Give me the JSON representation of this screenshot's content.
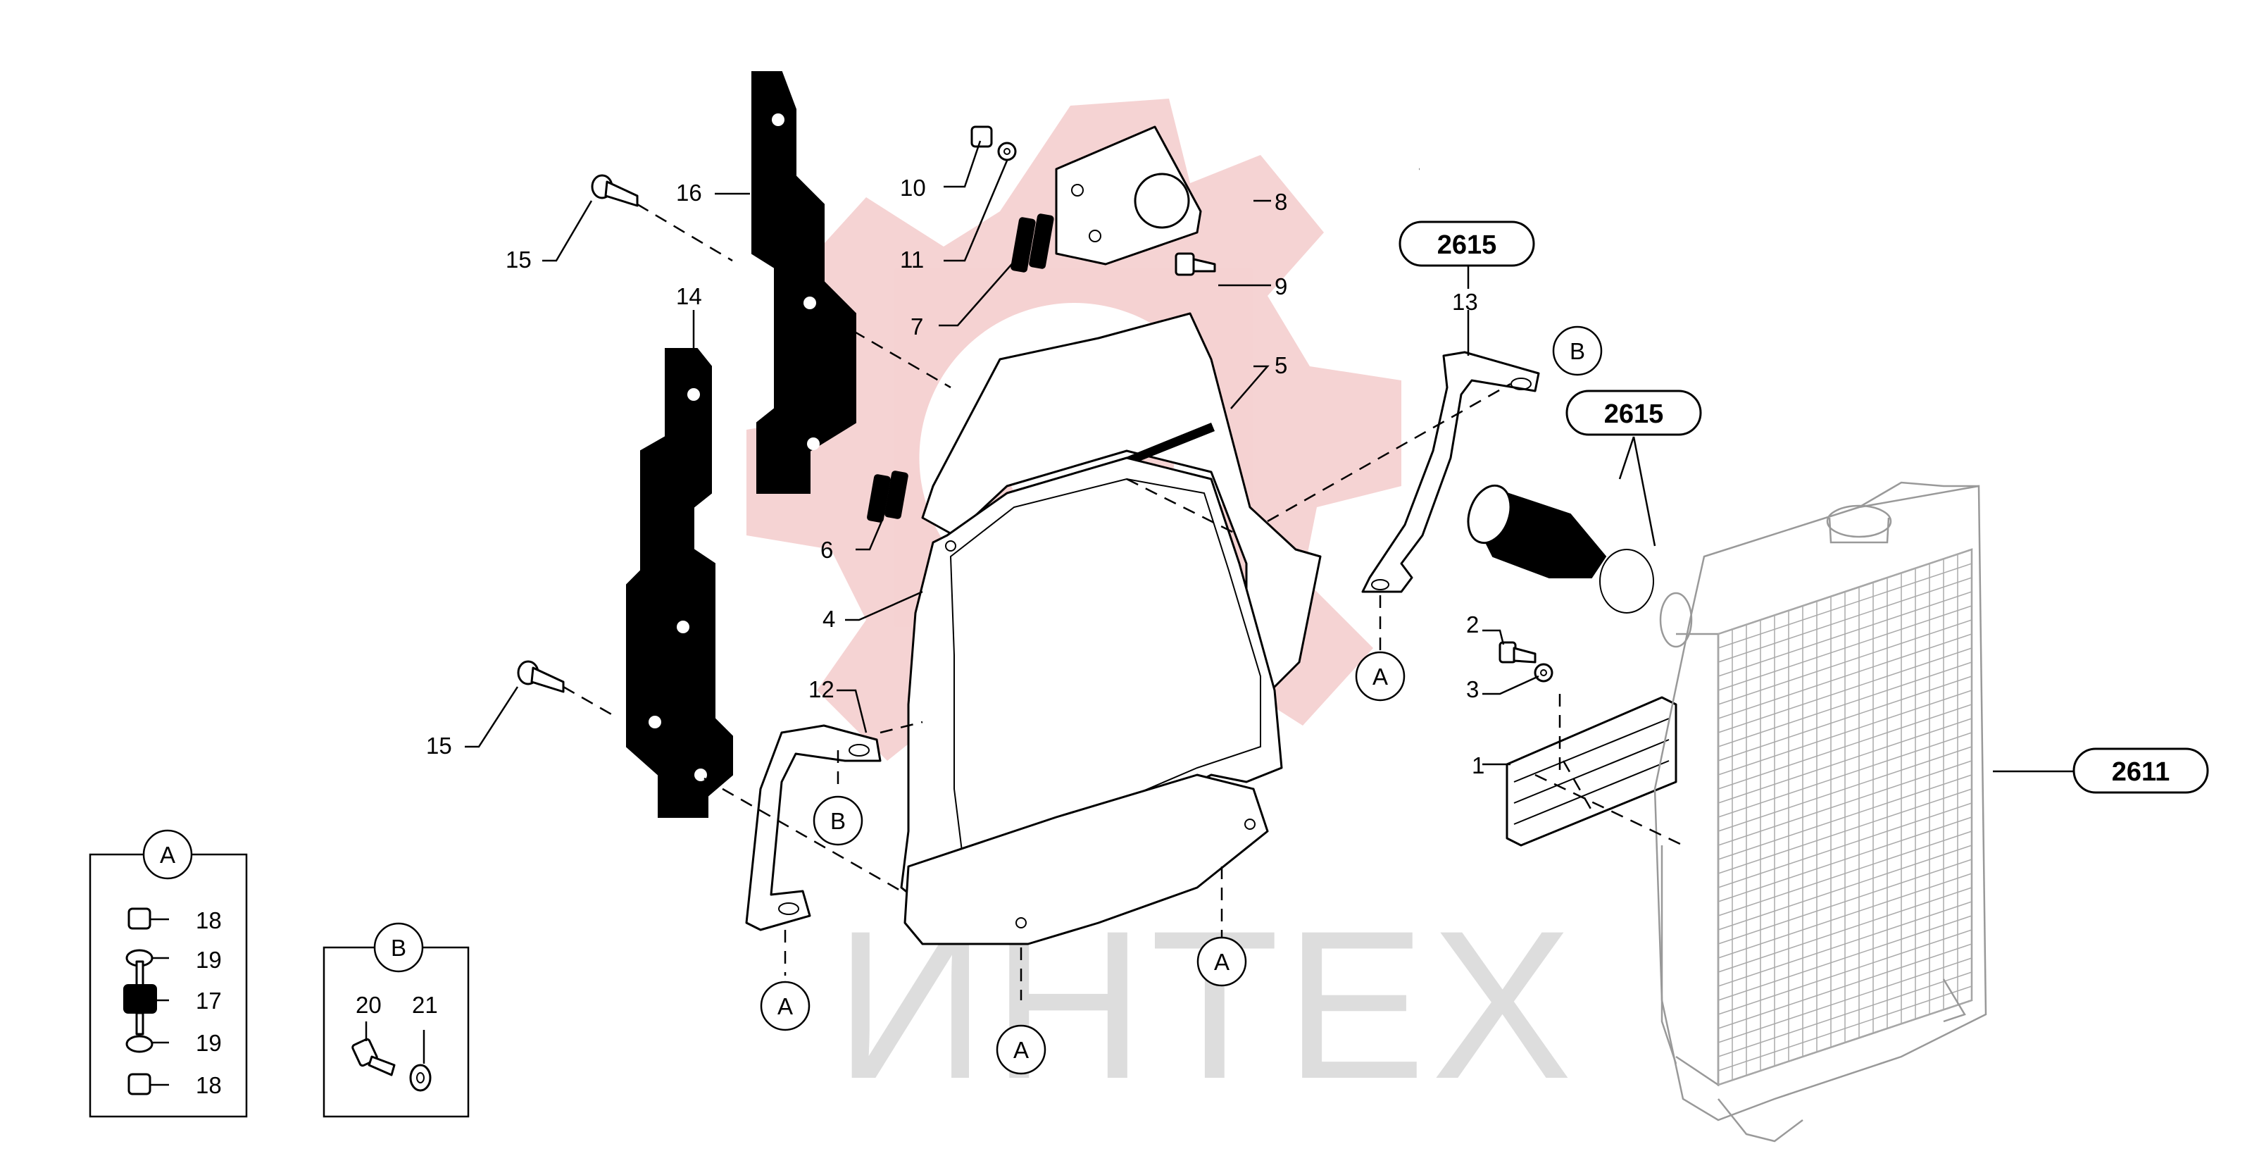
{
  "watermark": {
    "text": "ИНТЕХ",
    "color": "#f2c4c4"
  },
  "part_numbers": {
    "p1": "1",
    "p2": "2",
    "p3": "3",
    "p4": "4",
    "p5": "5",
    "p6": "6",
    "p7": "7",
    "p8": "8",
    "p9": "9",
    "p10": "10",
    "p11": "11",
    "p12": "12",
    "p13": "13",
    "p14": "14",
    "p15a": "15",
    "p15b": "15",
    "p16": "16",
    "p17": "17",
    "p18a": "18",
    "p18b": "18",
    "p19a": "19",
    "p19b": "19",
    "p20": "20",
    "p21": "21"
  },
  "group_refs": {
    "g2615a": "2615",
    "g2615b": "2615",
    "g2611": "2611"
  },
  "callouts": {
    "a1": "A",
    "a2": "A",
    "a3": "A",
    "a4": "A",
    "a5": "A",
    "b1": "B",
    "b2": "B",
    "b3": "B"
  },
  "colors": {
    "ink": "#000000",
    "radiator": "#999999"
  }
}
